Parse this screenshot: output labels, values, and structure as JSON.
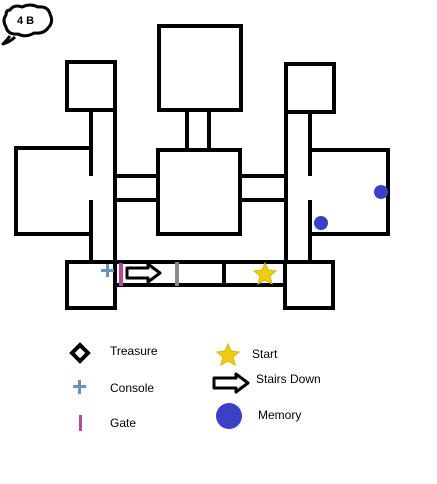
{
  "floor_label": "4 B",
  "legend": {
    "treasure": "Treasure",
    "console": "Console",
    "gate": "Gate",
    "start": "Start",
    "stairs_down": "Stairs Down",
    "memory": "Memory"
  },
  "icons": {
    "treasure": "diamond-outline",
    "console": "plus-cross",
    "gate": "vertical-bar",
    "start": "star",
    "stairs_down": "outlined-arrow-right",
    "memory": "filled-circle"
  },
  "colors": {
    "walls": "#000000",
    "console": "#6a8fc0",
    "gate": "#b04a9a",
    "closed_gate": "#8a8a8a",
    "start": "#f2cc12",
    "memory": "#3a40c8"
  }
}
